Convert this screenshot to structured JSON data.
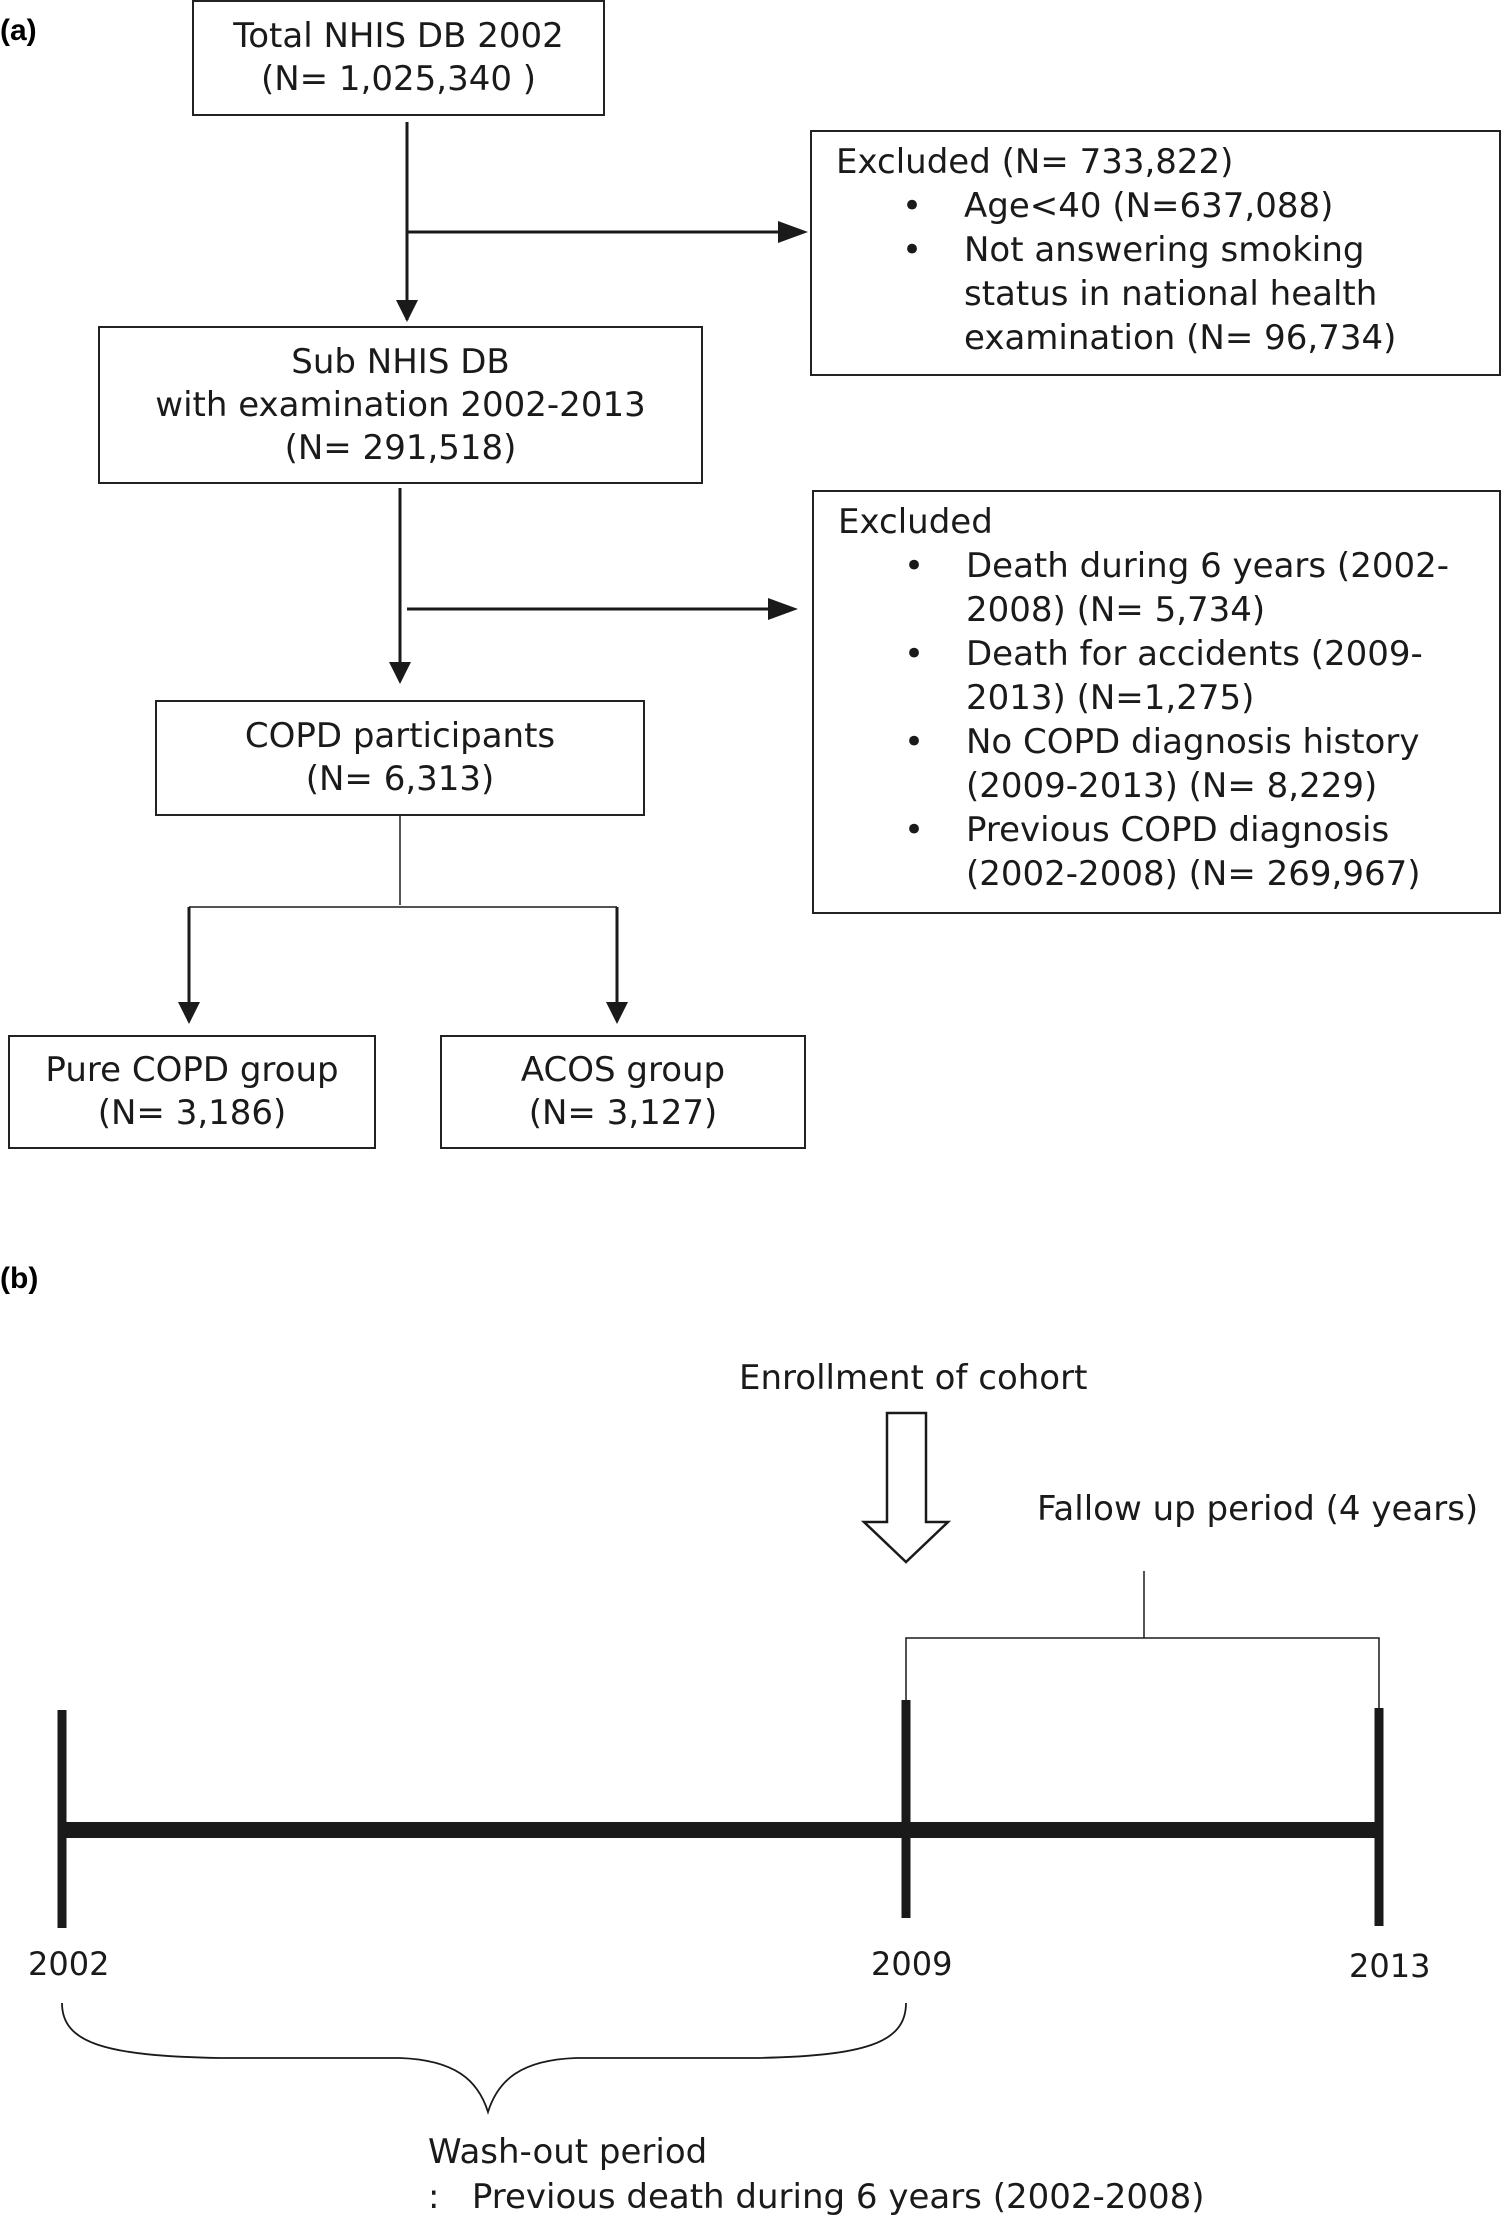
{
  "panel_a": {
    "label": "(a)",
    "total_box": {
      "line1": "Total NHIS DB 2002",
      "line2": "(N= 1,025,340 )"
    },
    "excluded_1": {
      "title": "Excluded (N= 733,822)",
      "items": [
        "Age<40 (N=637,088)",
        "Not answering smoking status in national health examination (N= 96,734)"
      ]
    },
    "sub_box": {
      "line1": "Sub NHIS DB",
      "line2": "with examination 2002-2013",
      "line3": "(N= 291,518)"
    },
    "excluded_2": {
      "title": "Excluded",
      "items": [
        "Death during 6 years (2002-2008) (N= 5,734)",
        "Death for accidents (2009-2013) (N=1,275)",
        "No COPD diagnosis history (2009-2013) (N= 8,229)",
        "Previous COPD diagnosis (2002-2008) (N= 269,967)"
      ]
    },
    "copd_box": {
      "line1": "COPD participants",
      "line2": "(N= 6,313)"
    },
    "pure_box": {
      "line1": "Pure COPD group",
      "line2": "(N= 3,186)"
    },
    "acos_box": {
      "line1": "ACOS group",
      "line2": "(N= 3,127)"
    }
  },
  "panel_b": {
    "label": "(b)",
    "enrollment": "Enrollment of cohort",
    "followup": "Fallow up period (4 years)",
    "years": [
      "2002",
      "2009",
      "2013"
    ],
    "washout_title": "Wash-out period",
    "washout_detail": ":   Previous death during 6 years (2002-2008)"
  }
}
